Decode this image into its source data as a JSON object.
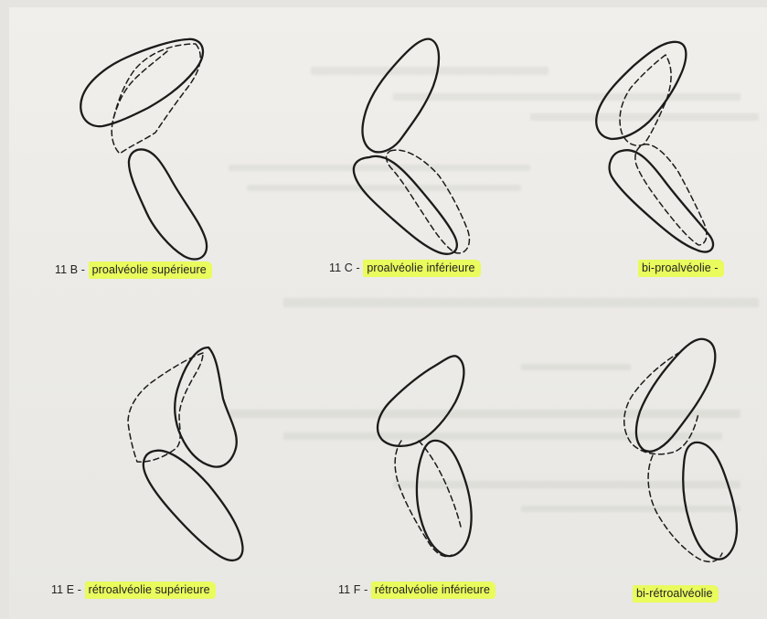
{
  "figures": [
    {
      "number": "11 B",
      "label": "proalvéolie supérieure"
    },
    {
      "number": "11 C",
      "label": "proalvéolie inférieure"
    },
    {
      "number": "",
      "label": "bi-proalvéolie -"
    },
    {
      "number": "11 E",
      "label": "rétroalvéolie supérieure"
    },
    {
      "number": "11 F",
      "label": "rétroalvéolie inférieure"
    },
    {
      "number": "",
      "label": "bi-rétroalvéolie"
    }
  ]
}
